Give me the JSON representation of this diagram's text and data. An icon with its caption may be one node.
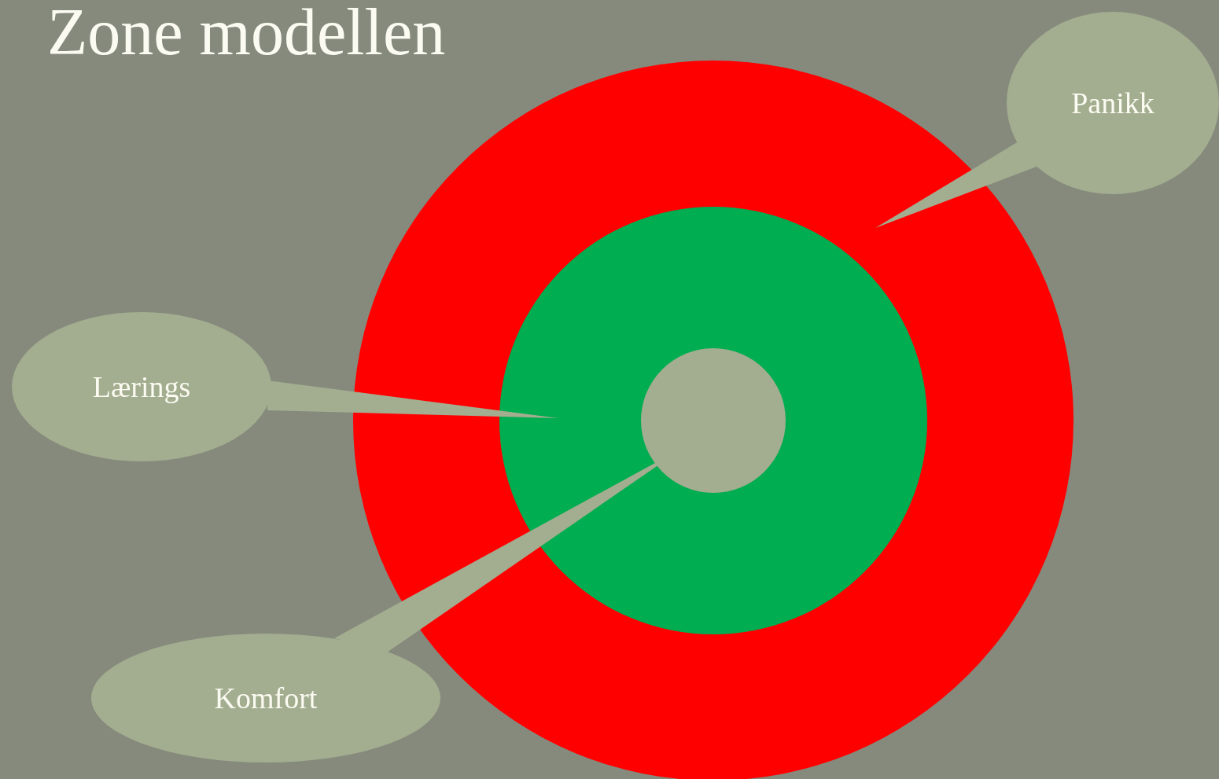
{
  "diagram": {
    "title": "Zone modellen",
    "nodes": [
      {
        "text": [],
        "shape": "circle"
      },
      {
        "text": [],
        "shape": "circle",
        "in": 0
      },
      {
        "text": [],
        "shape": "circle",
        "in": 1
      },
      {
        "text": [
          "Panikk"
        ]
      },
      {
        "text": [
          "Lærings"
        ]
      },
      {
        "text": [
          "Komfort"
        ]
      }
    ],
    "edges": [
      {
        "from": 3,
        "to": 0,
        "arrow": "none"
      },
      {
        "from": 4,
        "to": 1,
        "arrow": "none"
      },
      {
        "from": 5,
        "to": 2,
        "arrow": "none"
      }
    ]
  }
}
